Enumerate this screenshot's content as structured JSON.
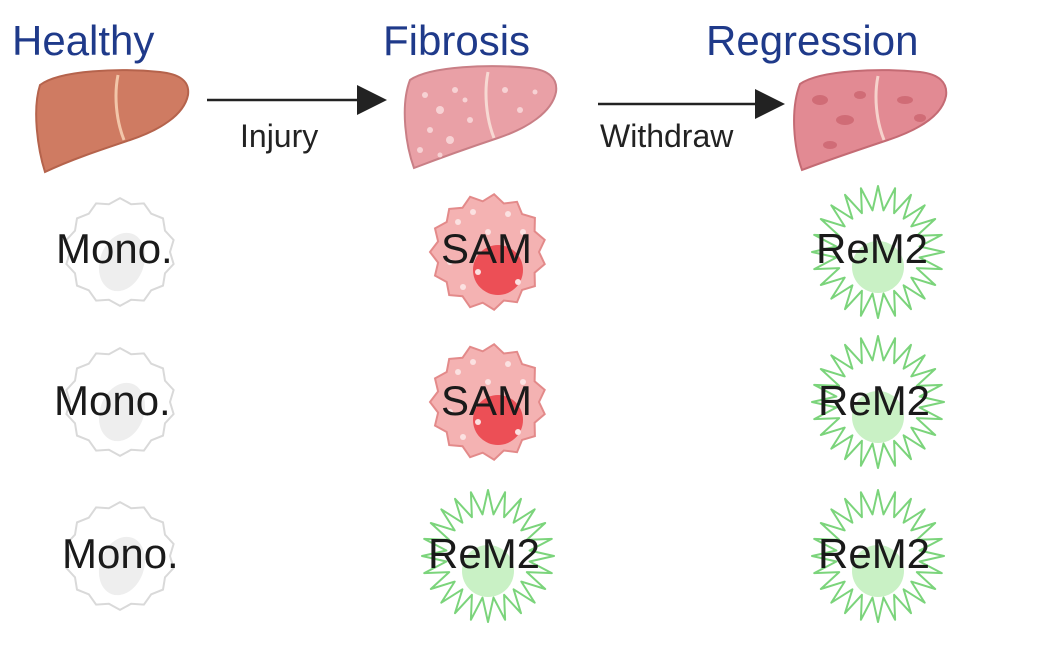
{
  "stages": [
    {
      "title": "Healthy"
    },
    {
      "title": "Fibrosis"
    },
    {
      "title": "Regression"
    }
  ],
  "transitions": [
    {
      "label": "Injury"
    },
    {
      "label": "Withdraw"
    }
  ],
  "rows": [
    [
      "Mono.",
      "SAM",
      "ReM2"
    ],
    [
      "Mono.",
      "SAM",
      "ReM2"
    ],
    [
      "Mono.",
      "ReM2",
      "ReM2"
    ]
  ],
  "colors": {
    "title": "#1f3a8a",
    "liver_healthy": "#cf7b62",
    "liver_fibrosis": "#e9a0a6",
    "liver_regression": "#e28a93",
    "sam_fill": "#f4b2b2",
    "sam_nucleus": "#ec4f56",
    "rem2_outline": "#7bd47b",
    "rem2_nucleus": "#c9f1c5",
    "mono_outline": "#d9d9d9"
  }
}
